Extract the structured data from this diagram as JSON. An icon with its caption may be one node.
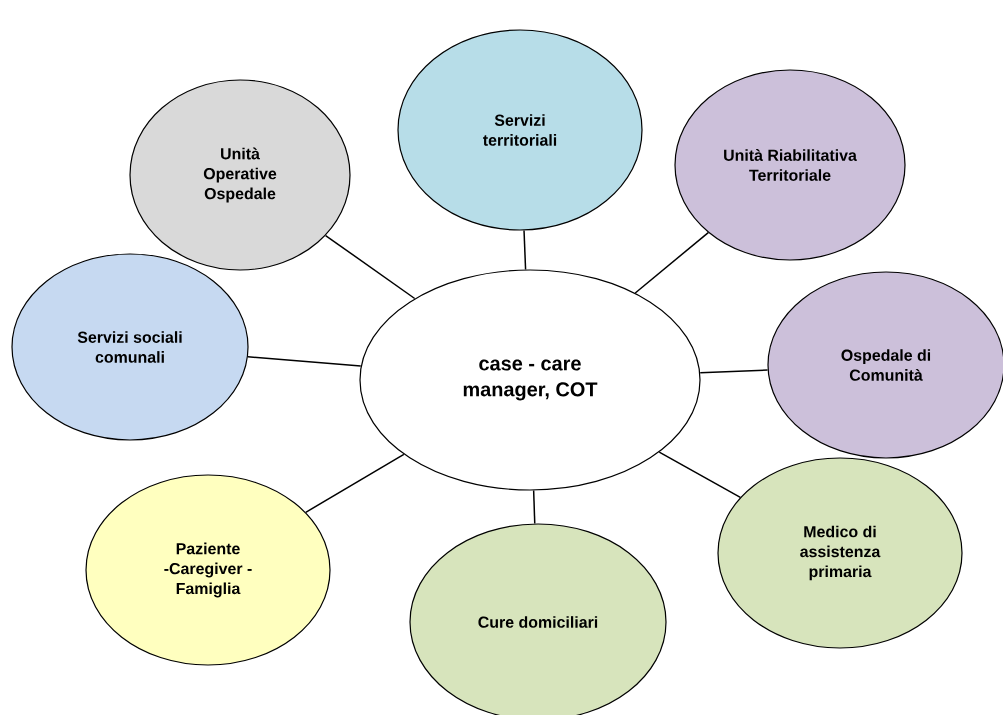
{
  "diagram": {
    "nodes": [
      {
        "text": [
          "Servizi territoriali"
        ]
      },
      {
        "text": [
          "Unità Operative Ospedale"
        ]
      },
      {
        "text": [
          "Unità Riabilitativa Territoriale"
        ]
      },
      {
        "text": [
          "Servizi sociali comunali"
        ]
      },
      {
        "text": [
          "case - care manager, COT"
        ]
      },
      {
        "text": [
          "Ospedale di Comunità"
        ]
      },
      {
        "text": [
          "Medico di assistenza primaria"
        ]
      },
      {
        "text": [
          "Paziente -Caregiver - Famiglia"
        ]
      },
      {
        "text": [
          "Cure domiciliari"
        ]
      }
    ],
    "edges": [
      {
        "from": 4,
        "to": 0,
        "arrow": "none"
      },
      {
        "from": 4,
        "to": 1,
        "arrow": "none"
      },
      {
        "from": 4,
        "to": 2,
        "arrow": "none"
      },
      {
        "from": 4,
        "to": 3,
        "arrow": "none"
      },
      {
        "from": 4,
        "to": 5,
        "arrow": "none"
      },
      {
        "from": 4,
        "to": 6,
        "arrow": "none"
      },
      {
        "from": 4,
        "to": 7,
        "arrow": "none"
      },
      {
        "from": 4,
        "to": 8,
        "arrow": "none"
      }
    ]
  }
}
